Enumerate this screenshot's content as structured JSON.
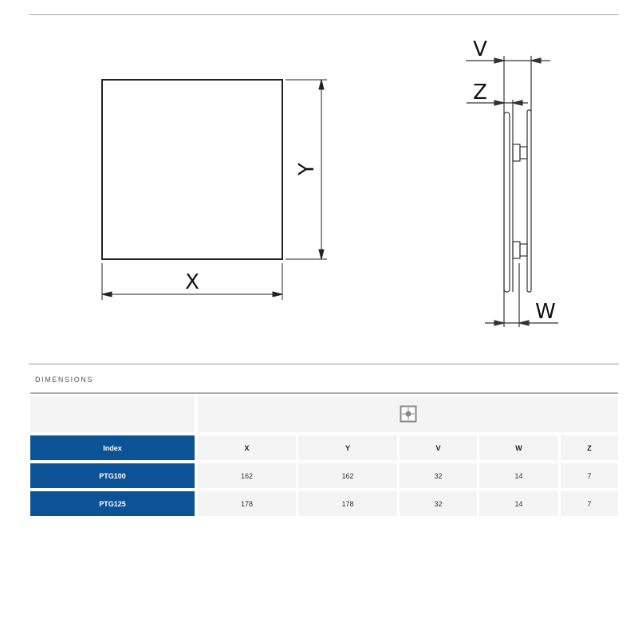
{
  "front_view": {
    "width_label": "X",
    "height_label": "Y"
  },
  "side_view": {
    "labels": {
      "v": "V",
      "z": "Z",
      "w": "W"
    }
  },
  "dimensions": {
    "title": "DIMENSIONS",
    "icon": "grille-icon",
    "header": {
      "index": "Index",
      "columns": [
        "X",
        "Y",
        "V",
        "W",
        "Z"
      ]
    },
    "rows": [
      {
        "index": "PTG100",
        "values": [
          "162",
          "162",
          "32",
          "14",
          "7"
        ]
      },
      {
        "index": "PTG125",
        "values": [
          "178",
          "178",
          "32",
          "14",
          "7"
        ]
      }
    ]
  },
  "colors": {
    "accent": "#0b5296"
  }
}
